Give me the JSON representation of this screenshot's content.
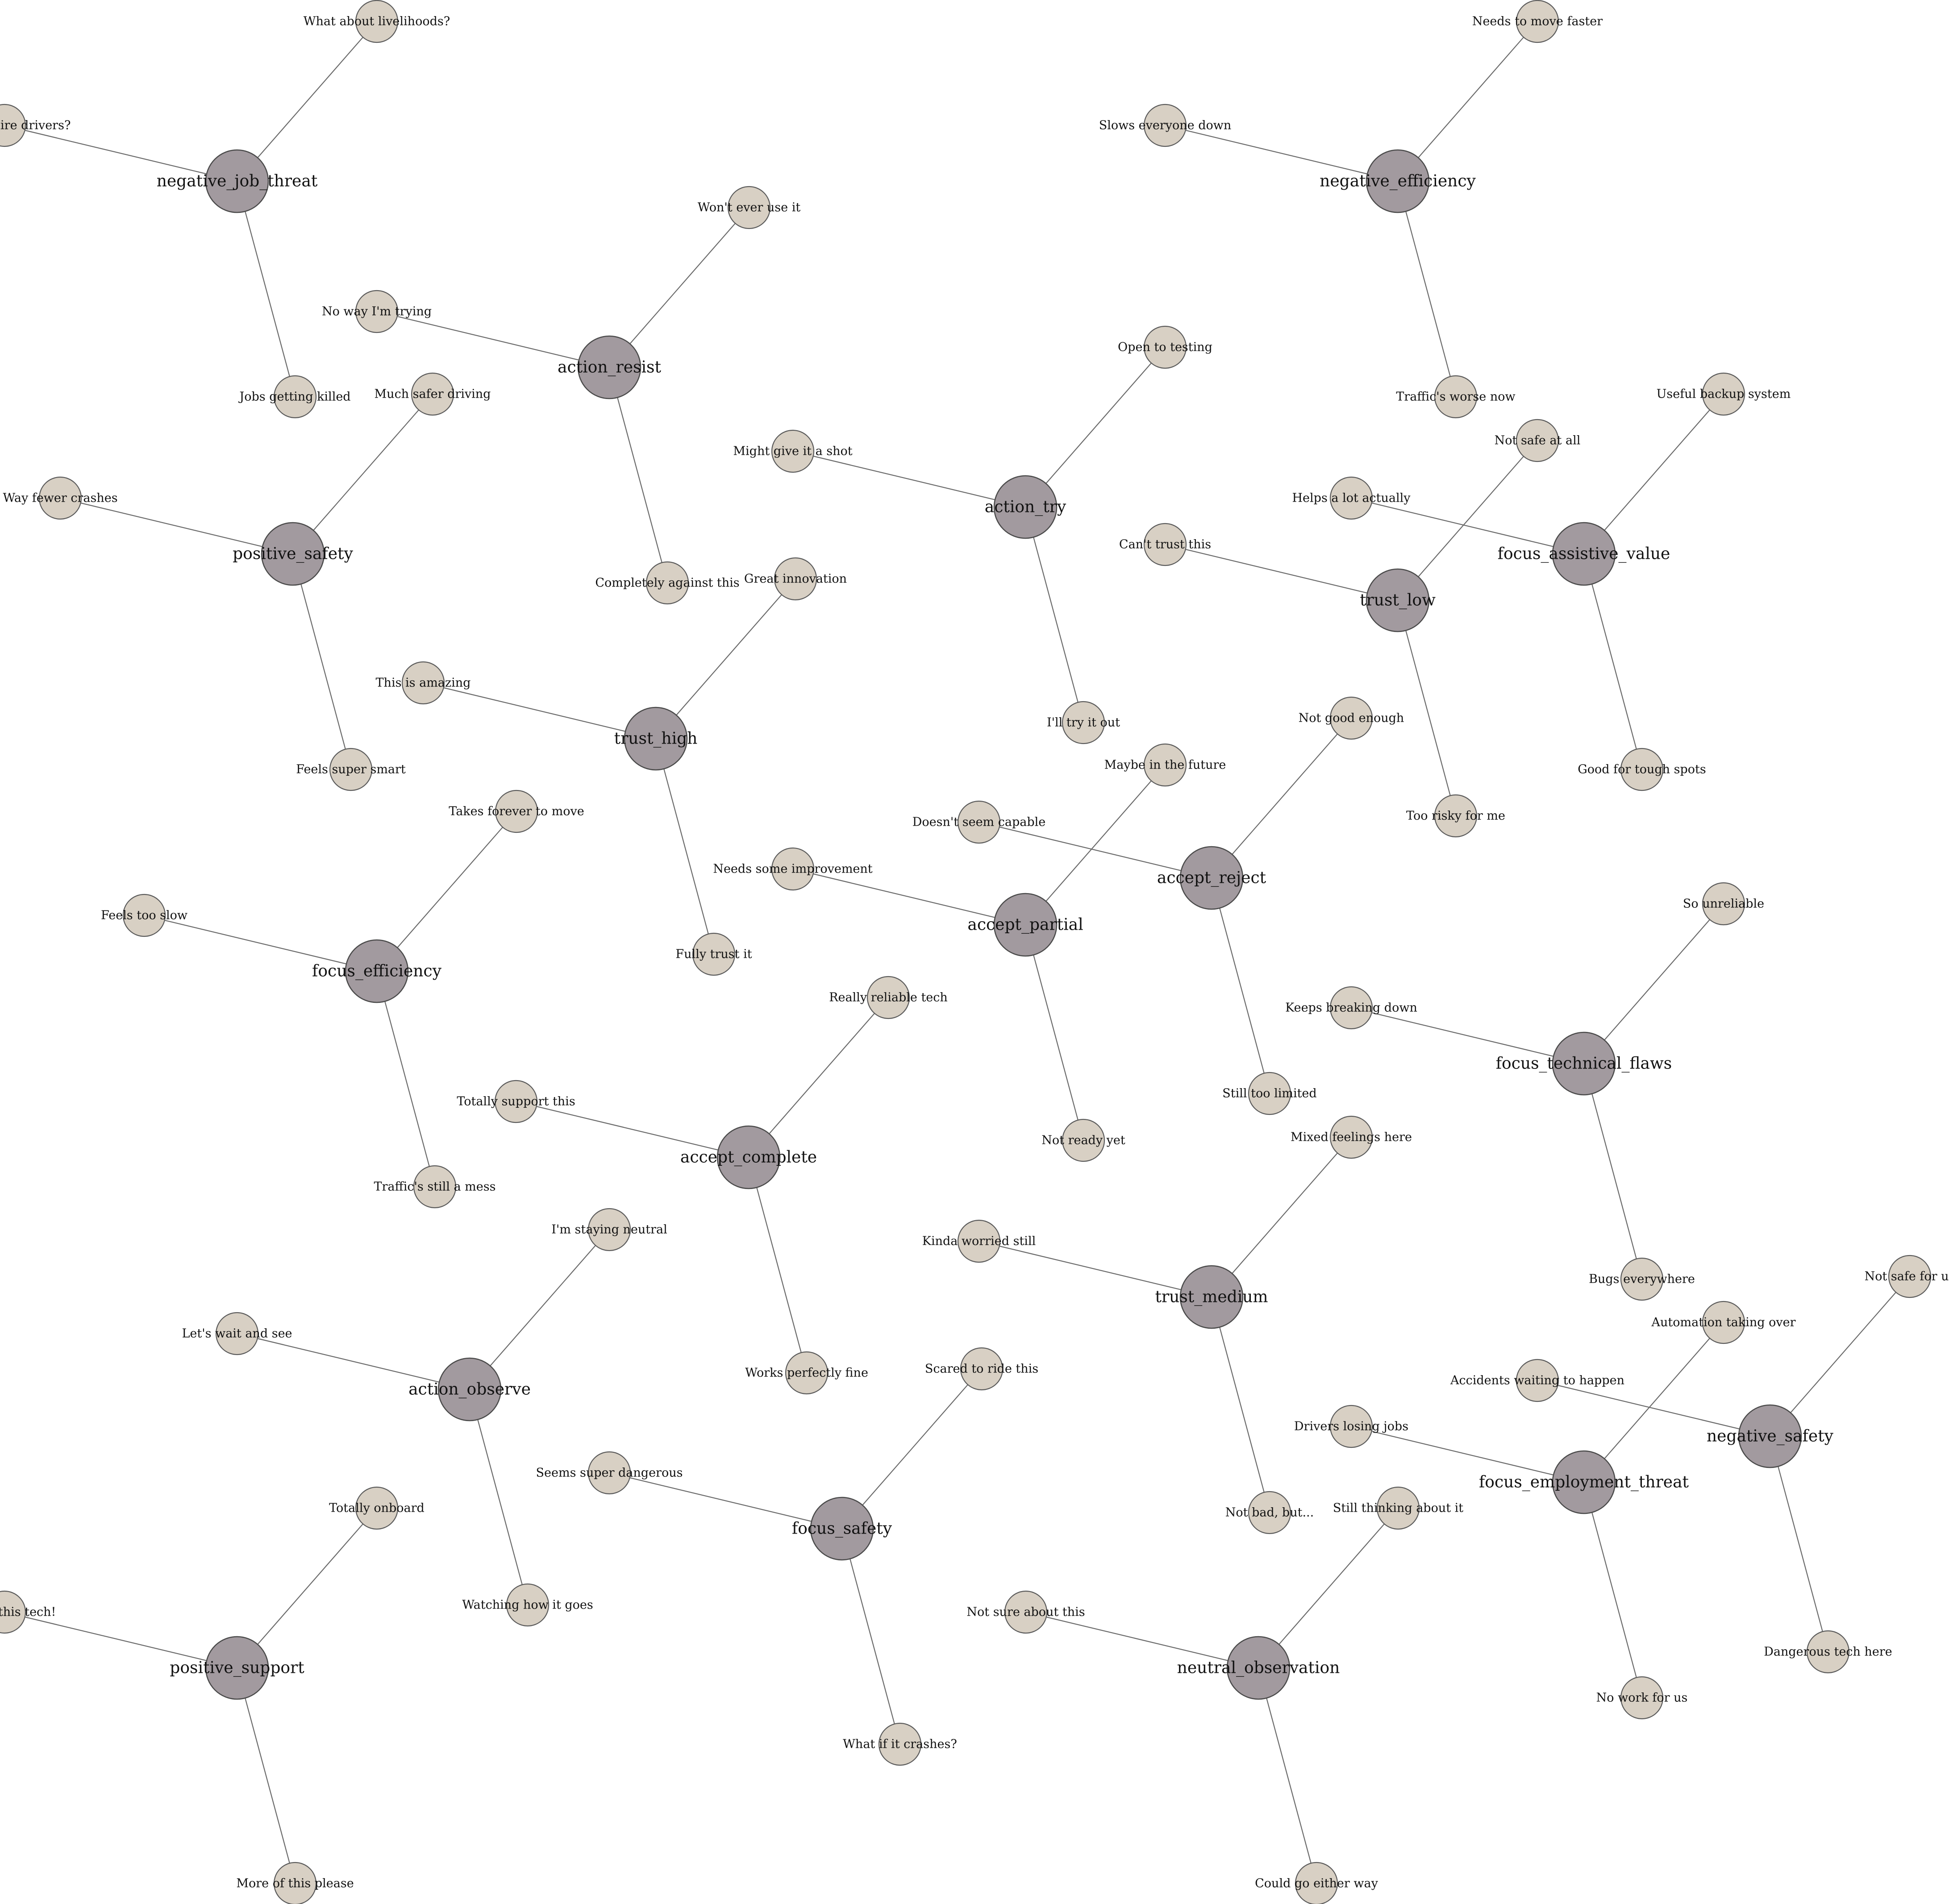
{
  "colors": {
    "hub_fill": "#a29a9f",
    "leaf_fill": "#d8d0c4",
    "edge": "#6a6a6a"
  },
  "clusters": [
    {
      "hub": "negative_job_threat",
      "leaves": [
        "What about livelihoods?",
        "Why not hire drivers?",
        "Jobs getting killed"
      ]
    },
    {
      "hub": "negative_efficiency",
      "leaves": [
        "Needs to move faster",
        "Slows everyone down",
        "Traffic's worse now"
      ]
    },
    {
      "hub": "action_resist",
      "leaves": [
        "Won't ever use it",
        "No way I'm trying",
        "Completely against this"
      ]
    },
    {
      "hub": "positive_safety",
      "leaves": [
        "Much safer driving",
        "Way fewer crashes",
        "Feels super smart"
      ]
    },
    {
      "hub": "action_try",
      "leaves": [
        "Open to testing",
        "Might give it a shot",
        "I'll try it out"
      ]
    },
    {
      "hub": "focus_assistive_value",
      "leaves": [
        "Useful backup system",
        "Helps a lot actually",
        "Good for tough spots"
      ]
    },
    {
      "hub": "trust_low",
      "leaves": [
        "Not safe at all",
        "Can't trust this",
        "Too risky for me"
      ]
    },
    {
      "hub": "trust_high",
      "leaves": [
        "Great innovation",
        "This is amazing",
        "Fully trust it"
      ]
    },
    {
      "hub": "accept_reject",
      "leaves": [
        "Not good enough",
        "Doesn't seem capable",
        "Still too limited"
      ]
    },
    {
      "hub": "accept_partial",
      "leaves": [
        "Maybe in the future",
        "Needs some improvement",
        "Not ready yet"
      ]
    },
    {
      "hub": "focus_efficiency",
      "leaves": [
        "Takes forever to move",
        "Feels too slow",
        "Traffic's still a mess"
      ]
    },
    {
      "hub": "focus_technical_flaws",
      "leaves": [
        "So unreliable",
        "Keeps breaking down",
        "Bugs everywhere"
      ]
    },
    {
      "hub": "accept_complete",
      "leaves": [
        "Really reliable tech",
        "Totally support this",
        "Works perfectly fine"
      ]
    },
    {
      "hub": "trust_medium",
      "leaves": [
        "Mixed feelings here",
        "Kinda worried still",
        "Not bad, but..."
      ]
    },
    {
      "hub": "action_observe",
      "leaves": [
        "I'm staying neutral",
        "Let's wait and see",
        "Watching how it goes"
      ]
    },
    {
      "hub": "negative_safety",
      "leaves": [
        "Not safe for us",
        "Accidents waiting to happen",
        "Dangerous tech here"
      ]
    },
    {
      "hub": "focus_employment_threat",
      "leaves": [
        "Automation taking over",
        "Drivers losing jobs",
        "No work for us"
      ]
    },
    {
      "hub": "focus_safety",
      "leaves": [
        "Scared to ride this",
        "Seems super dangerous",
        "What if it crashes?"
      ]
    },
    {
      "hub": "positive_support",
      "leaves": [
        "Totally onboard",
        "Loving this tech!",
        "More of this please"
      ]
    },
    {
      "hub": "neutral_observation",
      "leaves": [
        "Still thinking about it",
        "Not sure about this",
        "Could go either way"
      ]
    }
  ]
}
